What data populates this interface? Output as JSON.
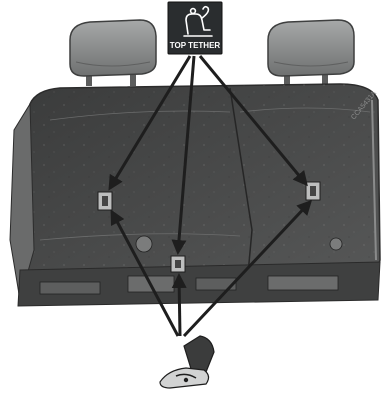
{
  "diagram": {
    "topic": "rear-seat-top-tether-anchor-locations",
    "badge": {
      "label": "TOP TETHER",
      "icon": "child-seat-tether-icon",
      "background": "#2a2d2f",
      "text_color": "#ffffff"
    },
    "watermark": "CCA5431A",
    "arrow_color": "#1e1e1e",
    "seat_color": "#4a4b4b",
    "headrest_color": "#8e9090",
    "anchor_points": [
      "left-seat-anchor",
      "center-seat-anchor",
      "right-seat-anchor"
    ],
    "callout_detail": "tether-strap-hook-detail-icon"
  }
}
